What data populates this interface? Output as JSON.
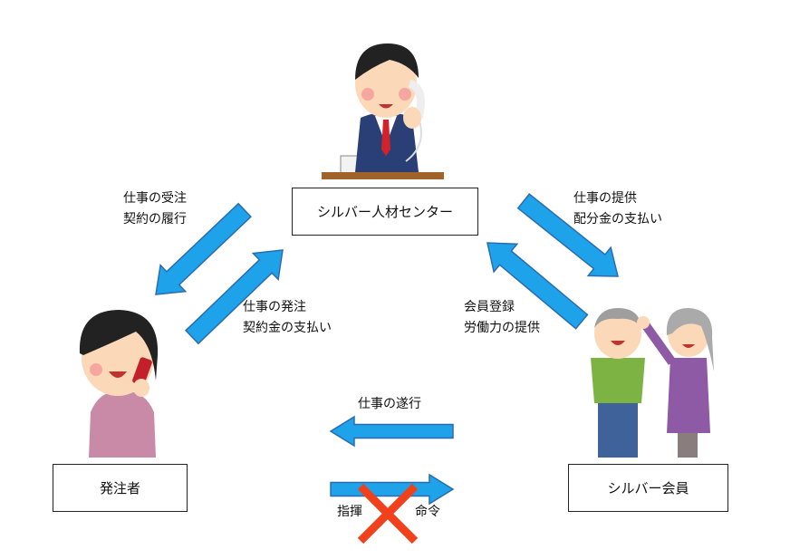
{
  "nodes": {
    "center": "シルバー人材センター",
    "client": "発注者",
    "member": "シルバー会員"
  },
  "labels": {
    "center_to_client": [
      "仕事の受注",
      "契約の履行"
    ],
    "client_to_center": [
      "仕事の発注",
      "契約金の支払い"
    ],
    "center_to_member": [
      "仕事の提供",
      "配分金の支払い"
    ],
    "member_to_center": [
      "会員登録",
      "労働力の提供"
    ],
    "member_to_client": "仕事の遂行",
    "client_to_member_left": "指揮",
    "client_to_member_right": "命令"
  },
  "colors": {
    "arrow_fill": "#1ea3ea",
    "arrow_stroke": "#2b6cb0",
    "cross": "#f0401c"
  }
}
